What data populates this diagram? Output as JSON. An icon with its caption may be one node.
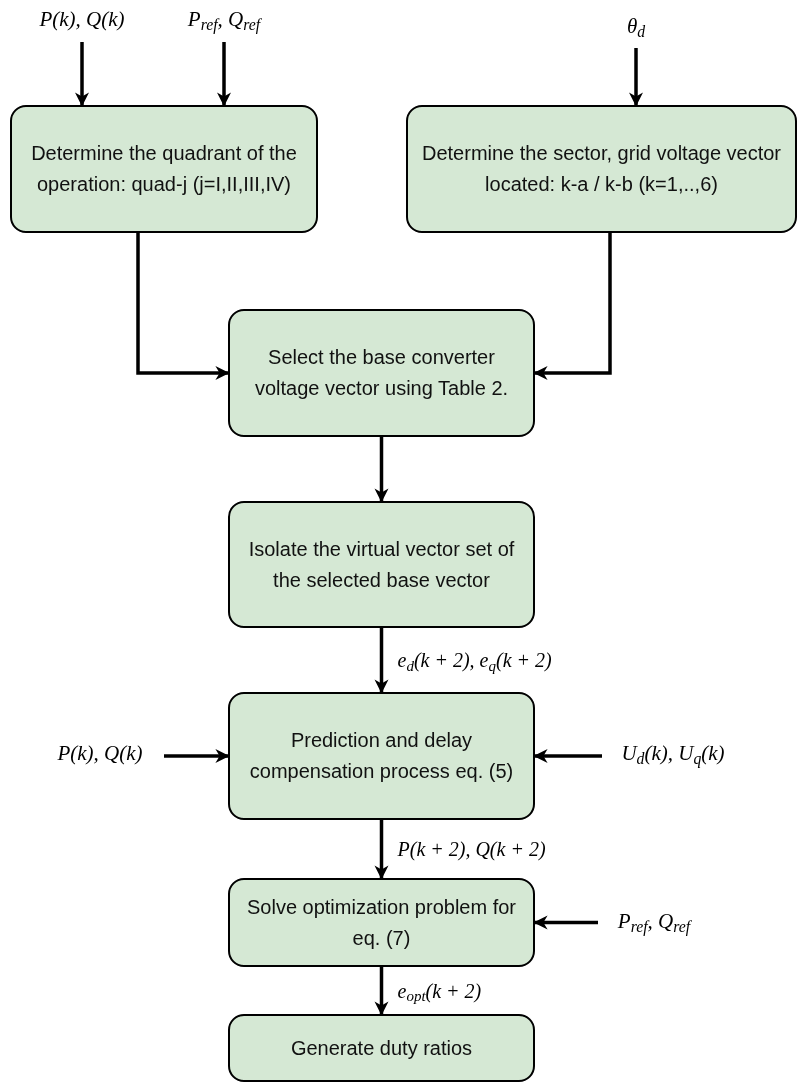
{
  "diagram": {
    "nodes": [
      {
        "text": [
          "Determine the quadrant of the operation: quad-j (j=I,II,III,IV)"
        ]
      },
      {
        "text": [
          "Determine the sector, grid voltage vector located: k-a / k-b (k=1,..,6)"
        ]
      },
      {
        "text": [
          "Select the base converter voltage vector using Table 2."
        ]
      },
      {
        "text": [
          "Isolate the virtual vector set of the selected base vector"
        ]
      },
      {
        "text": [
          "Prediction and delay compensation process eq. (5)"
        ]
      },
      {
        "text": [
          "Solve optimization problem for  eq. (7)"
        ]
      },
      {
        "text": [
          "Generate duty ratios"
        ]
      },
      {
        "text": [
          "P(k), Q(k)"
        ]
      },
      {
        "text": [
          "P$_{ref}$, Q$_{ref}$"
        ]
      },
      {
        "text": [
          "θ$_{d}$"
        ]
      },
      {
        "text": [
          "P(k), Q(k)"
        ]
      },
      {
        "text": [
          "U$_{d}$(k), U$_{q}$(k)"
        ]
      },
      {
        "text": [
          "P$_{ref}$, Q$_{ref}$"
        ]
      }
    ],
    "edges": [
      {
        "from": 7,
        "to": 0,
        "arrow": "to"
      },
      {
        "from": 8,
        "to": 0,
        "arrow": "to"
      },
      {
        "from": 9,
        "to": 1,
        "arrow": "to"
      },
      {
        "from": 0,
        "to": 2,
        "arrow": "to"
      },
      {
        "from": 1,
        "to": 2,
        "arrow": "to"
      },
      {
        "from": 2,
        "to": 3,
        "arrow": "to"
      },
      {
        "from": 3,
        "to": 4,
        "arrow": "to",
        "label": "e$_{d}$(k + 2), e$_{q}$(k + 2)"
      },
      {
        "from": 10,
        "to": 4,
        "arrow": "to"
      },
      {
        "from": 11,
        "to": 4,
        "arrow": "to"
      },
      {
        "from": 4,
        "to": 5,
        "arrow": "to",
        "label": "P(k + 2), Q(k + 2)"
      },
      {
        "from": 12,
        "to": 5,
        "arrow": "to"
      },
      {
        "from": 5,
        "to": 6,
        "arrow": "to",
        "label": "e$_{opt}$(k + 2)"
      }
    ]
  }
}
